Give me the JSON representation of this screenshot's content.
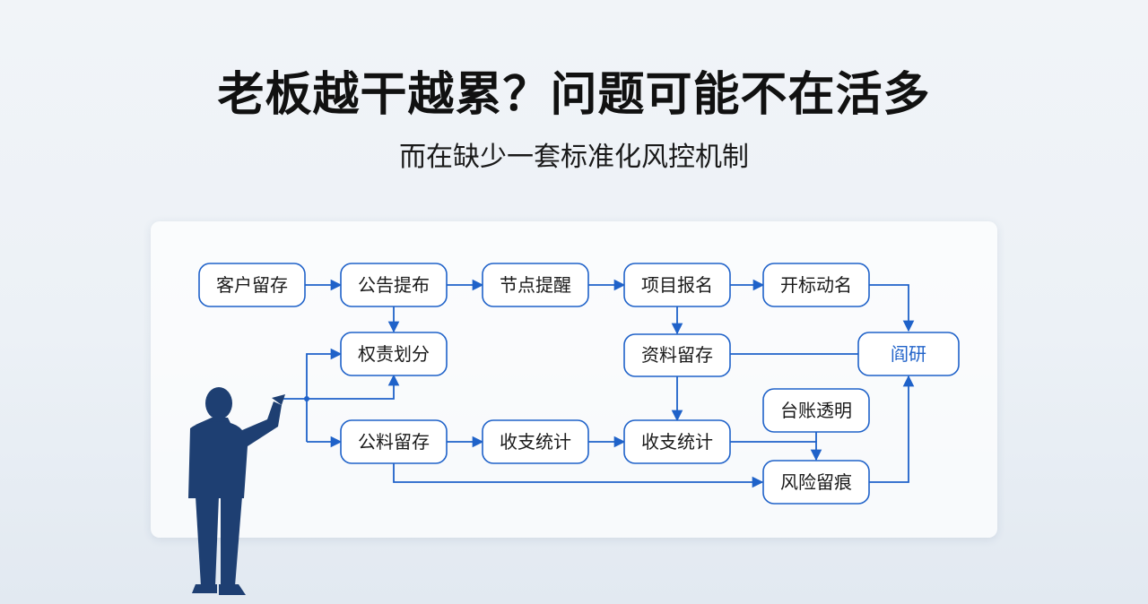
{
  "header": {
    "title": "老板越干越累？问题可能不在活多",
    "subtitle": "而在缺少一套标准化风控机制"
  },
  "colors": {
    "accent": "#1f62c9",
    "figure": "#1e3f72"
  },
  "flowchart": {
    "nodes": [
      {
        "id": "n1",
        "label": "客户留存"
      },
      {
        "id": "n2",
        "label": "公告提布"
      },
      {
        "id": "n3",
        "label": "节点提醒"
      },
      {
        "id": "n4",
        "label": "项目报名"
      },
      {
        "id": "n5",
        "label": "开标动名"
      },
      {
        "id": "n6",
        "label": "权责划分"
      },
      {
        "id": "n7",
        "label": "资料留存"
      },
      {
        "id": "n8",
        "label": "阎研"
      },
      {
        "id": "n9",
        "label": "台账透明"
      },
      {
        "id": "n10",
        "label": "公料留存"
      },
      {
        "id": "n11",
        "label": "收支统计"
      },
      {
        "id": "n12",
        "label": "收支统计"
      },
      {
        "id": "n13",
        "label": "风险留痕"
      }
    ],
    "edges": [
      {
        "from": "n1",
        "to": "n2"
      },
      {
        "from": "n2",
        "to": "n3"
      },
      {
        "from": "n3",
        "to": "n4"
      },
      {
        "from": "n4",
        "to": "n5"
      },
      {
        "from": "n5",
        "to": "n8"
      },
      {
        "from": "n2",
        "to": "n6"
      },
      {
        "from": "n4",
        "to": "n7"
      },
      {
        "from": "n7",
        "to": "n8"
      },
      {
        "from": "n7",
        "to": "n12"
      },
      {
        "from": "n10",
        "to": "n11"
      },
      {
        "from": "n11",
        "to": "n12"
      },
      {
        "from": "n12",
        "to": "n13"
      },
      {
        "from": "n9",
        "to": "n13"
      },
      {
        "from": "n10",
        "to": "n13"
      },
      {
        "from": "n13",
        "to": "n8"
      }
    ]
  }
}
